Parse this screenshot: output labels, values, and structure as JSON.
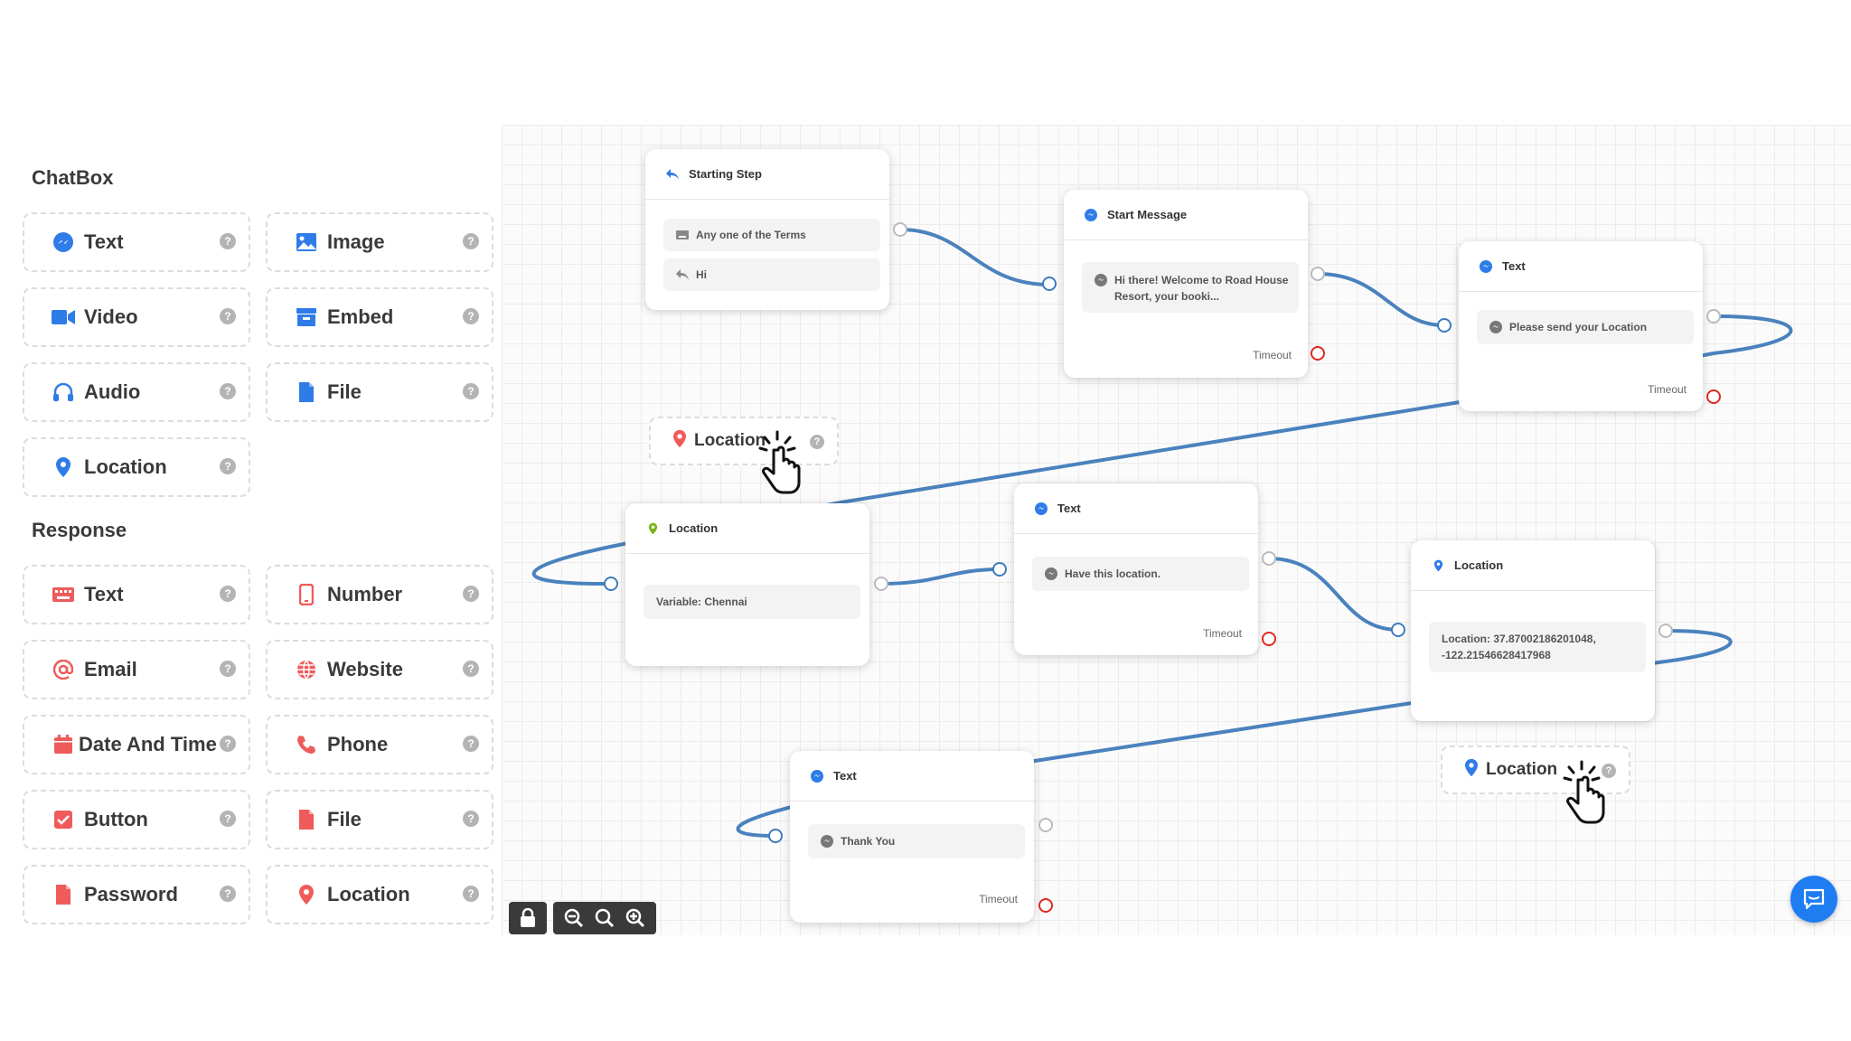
{
  "sidebar": {
    "chatbox_title": "ChatBox",
    "response_title": "Response",
    "chatbox_items": [
      {
        "label": "Text",
        "icon": "messenger-icon",
        "color": "#2f7ce8"
      },
      {
        "label": "Image",
        "icon": "image-icon",
        "color": "#2f7ce8"
      },
      {
        "label": "Video",
        "icon": "video-icon",
        "color": "#2f7ce8"
      },
      {
        "label": "Embed",
        "icon": "embed-icon",
        "color": "#2f7ce8"
      },
      {
        "label": "Audio",
        "icon": "headphones-icon",
        "color": "#2f7ce8"
      },
      {
        "label": "File",
        "icon": "file-icon",
        "color": "#2f7ce8"
      },
      {
        "label": "Location",
        "icon": "map-pin-icon",
        "color": "#2f7ce8"
      }
    ],
    "response_items": [
      {
        "label": "Text",
        "icon": "keyboard-icon",
        "color": "#ef5b5b"
      },
      {
        "label": "Number",
        "icon": "phone-device-icon",
        "color": "#ef5b5b"
      },
      {
        "label": "Email",
        "icon": "at-icon",
        "color": "#ef5b5b"
      },
      {
        "label": "Website",
        "icon": "globe-icon",
        "color": "#ef5b5b"
      },
      {
        "label": "Date And Time",
        "icon": "calendar-icon",
        "color": "#ef5b5b"
      },
      {
        "label": "Phone",
        "icon": "phone-icon",
        "color": "#ef5b5b"
      },
      {
        "label": "Button",
        "icon": "checkbox-icon",
        "color": "#ef5b5b"
      },
      {
        "label": "File",
        "icon": "file-icon",
        "color": "#ef5b5b"
      },
      {
        "label": "Password",
        "icon": "file-icon",
        "color": "#ef5b5b"
      },
      {
        "label": "Location",
        "icon": "map-pin-icon",
        "color": "#ef5b5b"
      }
    ],
    "help_glyph": "?"
  },
  "nodes": {
    "starting_step": {
      "title": "Starting Step",
      "rows": [
        "Any one of the Terms",
        "Hi"
      ]
    },
    "start_message": {
      "title": "Start Message",
      "message": "Hi there! Welcome to Road House Resort, your booki...",
      "timeout": "Timeout"
    },
    "text_location_request": {
      "title": "Text",
      "message": "Please send your Location",
      "timeout": "Timeout"
    },
    "location_variable": {
      "title": "Location",
      "message": "Variable: Chennai"
    },
    "text_have_location": {
      "title": "Text",
      "message": "Have this location.",
      "timeout": "Timeout"
    },
    "location_coords": {
      "title": "Location",
      "message": "Location: 37.87002186201048, -122.21546628417968"
    },
    "text_thank_you": {
      "title": "Text",
      "message": "Thank You",
      "timeout": "Timeout"
    }
  },
  "drag_previews": [
    {
      "label": "Location",
      "icon": "map-pin-icon",
      "color": "#ef5b5b"
    },
    {
      "label": "Location",
      "icon": "map-pin-icon",
      "color": "#2f7ce8"
    }
  ],
  "colors": {
    "wire": "#4a82bd",
    "port_blue": "#3e7bbd",
    "port_red": "#e0271f",
    "accent_blue": "#2f7ce8",
    "accent_red": "#ef5b5b",
    "accent_green": "#7cb518",
    "fab": "#1f7df2"
  },
  "controls": [
    "lock-icon",
    "zoom-out-icon",
    "zoom-reset-icon",
    "zoom-in-icon"
  ]
}
